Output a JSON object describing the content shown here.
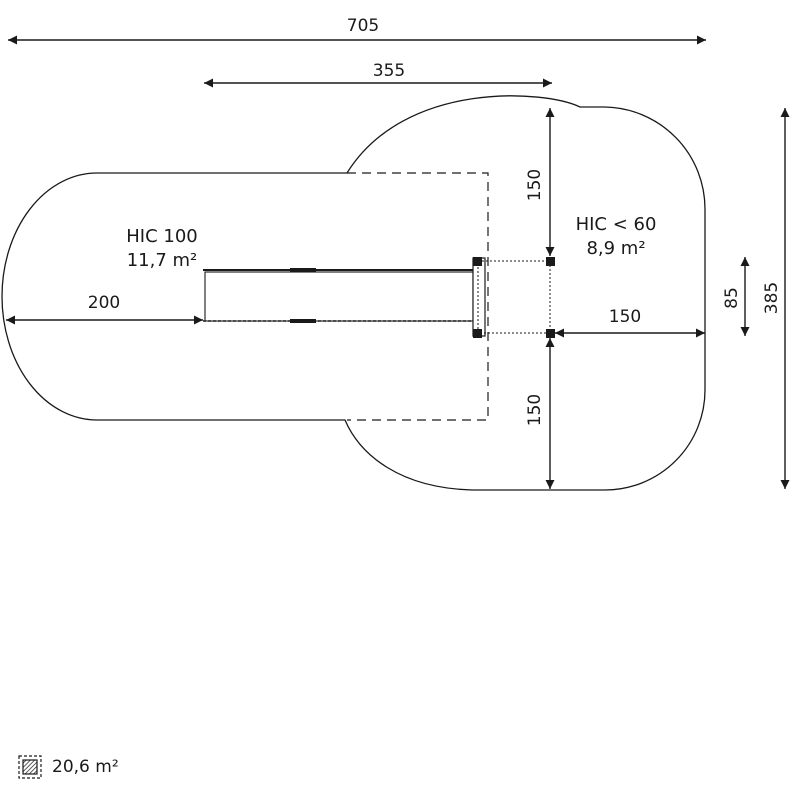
{
  "dimensions": {
    "overall_length": "705",
    "central_zone_length": "355",
    "end_length": "200",
    "upper_depth": "150",
    "lower_depth": "150",
    "side_length": "150",
    "platform_width": "85",
    "overall_width": "385"
  },
  "zones": {
    "slide_zone": {
      "hic": "HIC 100",
      "area": "11,7 m²"
    },
    "platform_zone": {
      "hic": "HIC < 60",
      "area": "8,9 m²"
    }
  },
  "legend": {
    "icon": "hatched-square-icon",
    "total_area": "20,6 m²"
  },
  "colors": {
    "line": "#1a1a1a",
    "background": "#ffffff"
  }
}
